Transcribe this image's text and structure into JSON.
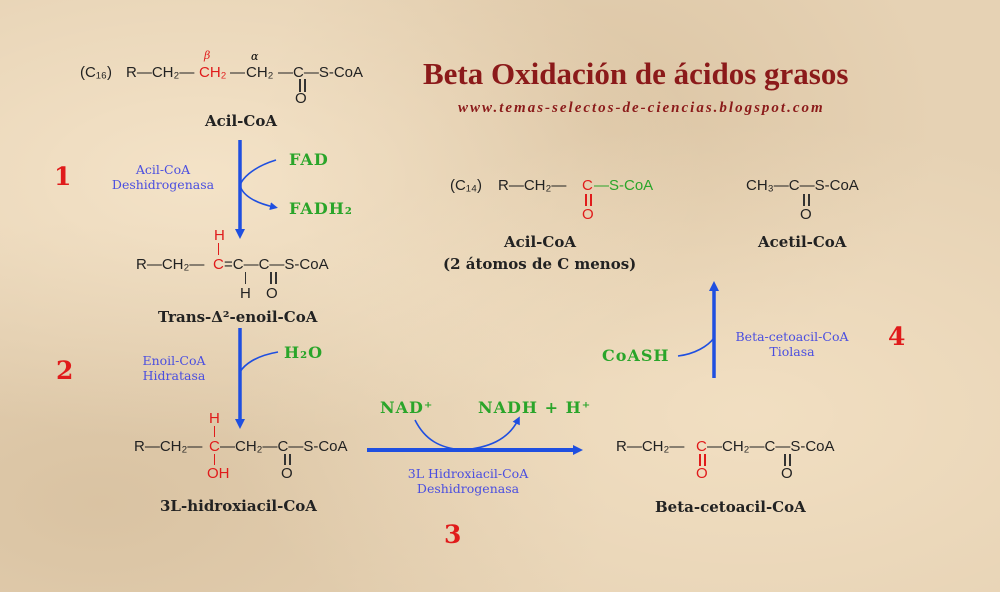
{
  "title": "Beta Oxidación de ácidos grasos",
  "website": "www.temas-selectos-de-ciencias.blogspot.com",
  "steps": [
    {
      "number": "1",
      "enzyme_line1": "Acil-CoA",
      "enzyme_line2": "Deshidrogenasa",
      "cofactor_in": "FAD",
      "cofactor_out": "FADH₂"
    },
    {
      "number": "2",
      "enzyme_line1": "Enoil-CoA",
      "enzyme_line2": "Hidratasa",
      "cofactor_in": "H₂O"
    },
    {
      "number": "3",
      "enzyme_line1": "3L Hidroxiacil-CoA",
      "enzyme_line2": "Deshidrogenasa",
      "cofactor_in": "NAD⁺",
      "cofactor_out": "NADH + H⁺"
    },
    {
      "number": "4",
      "enzyme_line1": "Beta-cetoacil-CoA",
      "enzyme_line2": "Tiolasa",
      "cofactor_in": "CoASH"
    }
  ],
  "molecules": {
    "acil_coa": {
      "name": "Acil-CoA",
      "carbons": "(C₁₆)",
      "chain": "R—CH₂—",
      "beta_group": "CH₂",
      "alpha_group": "CH₂",
      "tail": "—C—S-CoA",
      "beta_label": "β",
      "alpha_label": "α",
      "oxygen": "O"
    },
    "trans_enoil": {
      "name": "Trans-Δ²-enoil-CoA",
      "start": "R—CH₂—",
      "red_c": "C",
      "middle": "=C—C—S-CoA",
      "top_h": "H",
      "bottom_h": "H",
      "oxygen": "O"
    },
    "hidroxiacil": {
      "name": "3L-hidroxiacil-CoA",
      "start": "R—CH₂—",
      "red_c": "C",
      "middle": "—CH₂—C—S-CoA",
      "top_h": "H",
      "oh": "OH",
      "oxygen": "O"
    },
    "cetoacil": {
      "name": "Beta-cetoacil-CoA",
      "start": "R—CH₂—",
      "red_c": "C",
      "middle": "—CH₂—C—S-CoA",
      "red_o": "O",
      "oxygen": "O"
    },
    "acil_coa_c14": {
      "name_line1": "Acil-CoA",
      "name_line2": "(2 átomos de C menos)",
      "carbons": "(C₁₄)",
      "start": "R—CH₂—",
      "red_c": "C",
      "green_tail": "—S-CoA",
      "red_o": "O"
    },
    "acetil_coa": {
      "name": "Acetil-CoA",
      "formula": "CH₃—C—S-CoA",
      "oxygen": "O"
    }
  },
  "colors": {
    "title": "#8b1a1a",
    "step_number": "#e01b1b",
    "enzyme": "#4a4ee0",
    "cofactor": "#2aa52a",
    "arrow": "#1f4fe0",
    "highlight": "#e01b1b"
  }
}
